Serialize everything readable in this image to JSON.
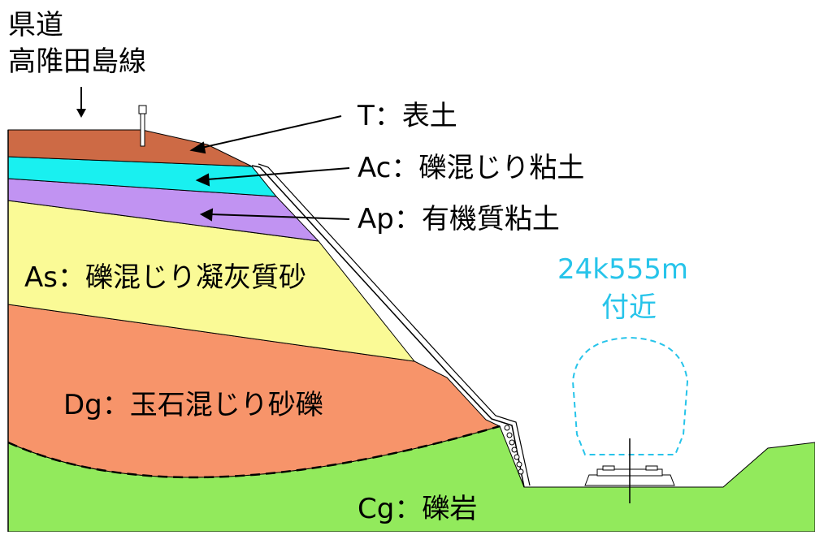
{
  "road": {
    "line1": "県道",
    "line2": "高陮田島線"
  },
  "layers": {
    "t": "T：表土",
    "ac": "Ac：礫混じり粘土",
    "ap": "Ap：有機質粘土",
    "as": "As：礫混じり凝灰質砂",
    "dg": "Dg：玉石混じり砂礫",
    "cg": "Cg：礫岩"
  },
  "location": {
    "line1": "24k555m",
    "line2": "付近"
  },
  "colors": {
    "topsoil": "#cd6a45",
    "clay_gravel": "#19f0f0",
    "organic_clay": "#c193f2",
    "sand": "#fafa96",
    "gravel": "#f7946a",
    "rock": "#92ea5c",
    "label_blue": "#27c4ea"
  }
}
